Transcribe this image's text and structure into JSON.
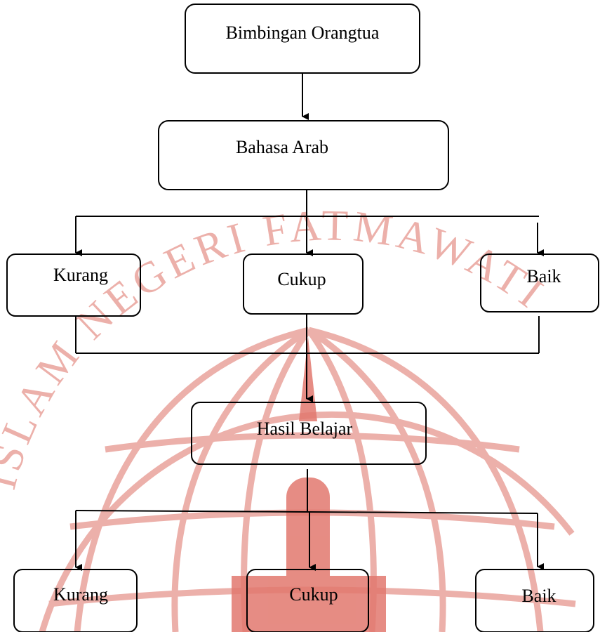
{
  "diagram": {
    "top": {
      "label": "Bimbingan Orangtua"
    },
    "level1": {
      "label": "Bahasa Arab"
    },
    "level2": [
      {
        "label": "Kurang"
      },
      {
        "label": "Cukup"
      },
      {
        "label": "Baik"
      }
    ],
    "center": {
      "label": "Hasil Belajar"
    },
    "level3": [
      {
        "label": "Kurang"
      },
      {
        "label": "Cukup"
      },
      {
        "label": "Baik"
      }
    ]
  },
  "watermark": {
    "text": "ISLAM NEGERI FATMAWATI",
    "color": "#d8342b"
  }
}
